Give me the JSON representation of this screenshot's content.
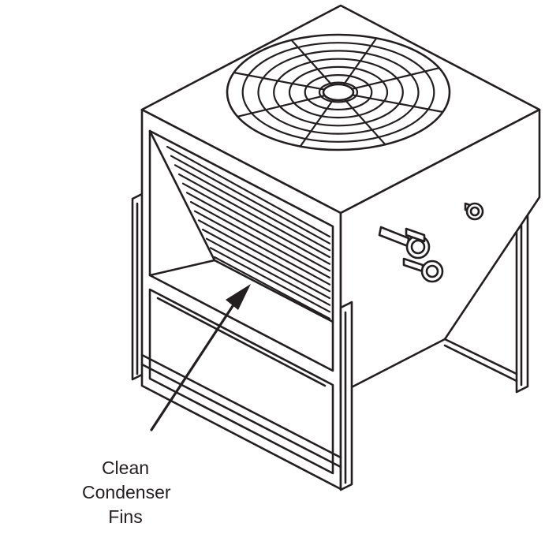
{
  "callout": {
    "line1": "Clean",
    "line2": "Condenser",
    "line3": "Fins"
  },
  "colors": {
    "ink": "#231f20",
    "paper": "#ffffff"
  }
}
